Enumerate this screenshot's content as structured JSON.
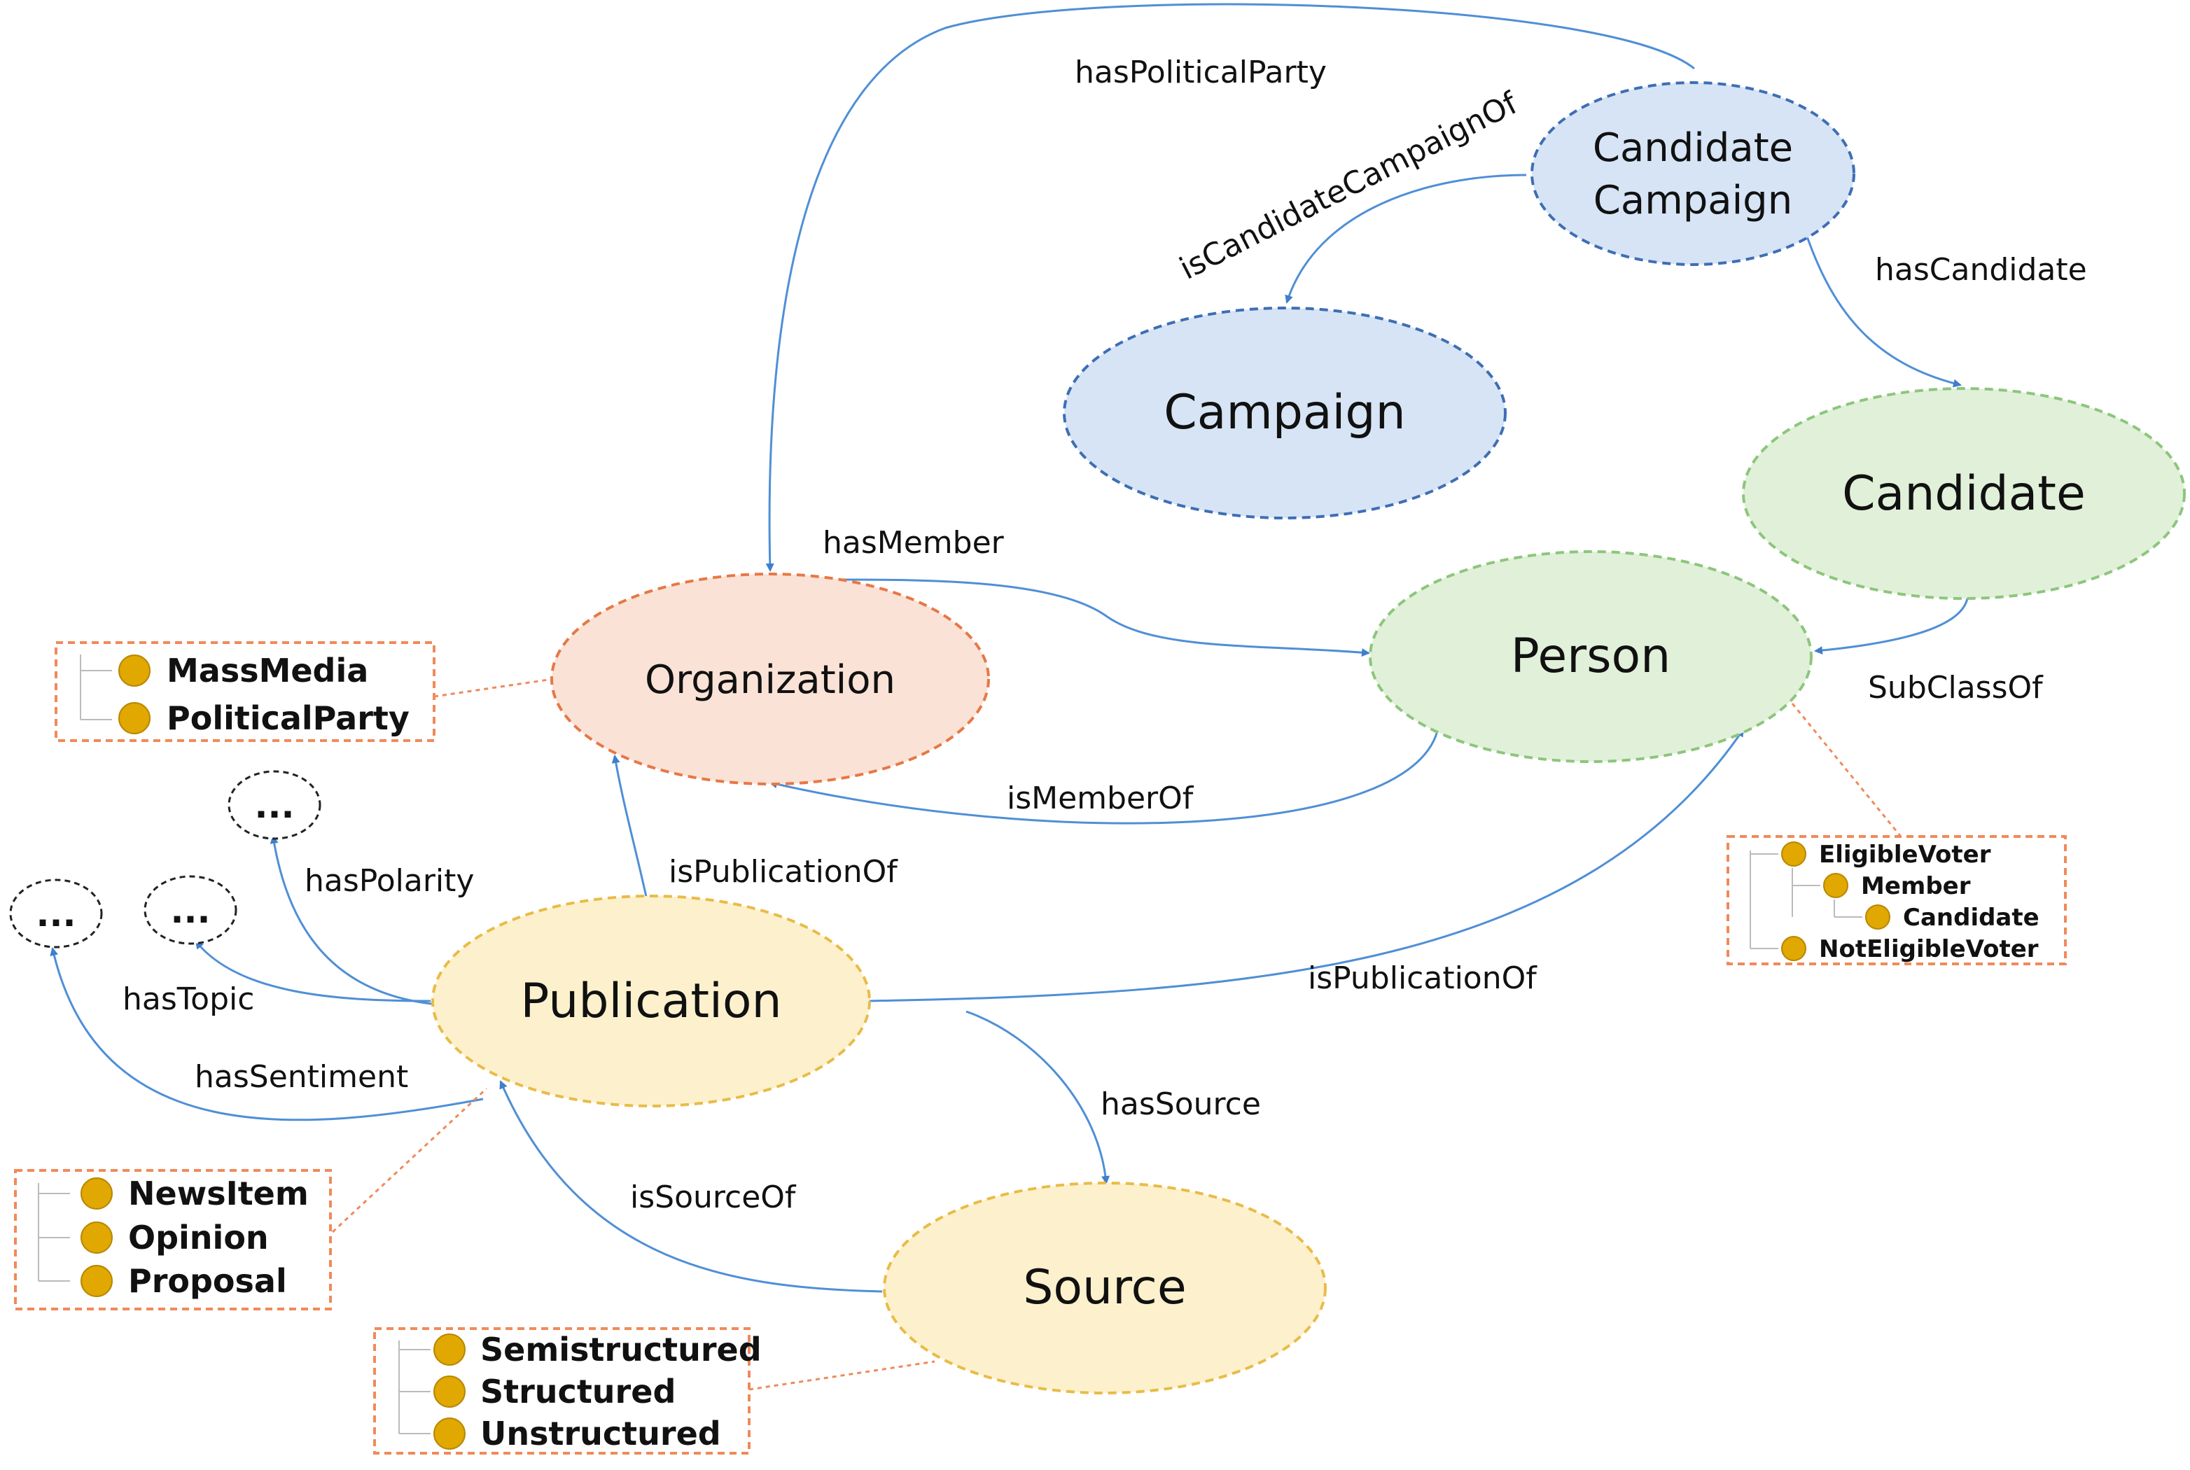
{
  "nodes": {
    "candidate_campaign": {
      "line1": "Candidate",
      "line2": "Campaign"
    },
    "campaign": "Campaign",
    "candidate": "Candidate",
    "person": "Person",
    "organization": "Organization",
    "publication": "Publication",
    "source": "Source",
    "ellipsis": "..."
  },
  "edges": {
    "has_political_party": "hasPoliticalParty",
    "is_candidate_campaign_of": "isCandidateCampaignOf",
    "has_candidate": "hasCandidate",
    "has_member": "hasMember",
    "sub_class_of": "SubClassOf",
    "is_member_of": "isMemberOf",
    "is_publication_of_org": "isPublicationOf",
    "is_publication_of_person": "isPublicationOf",
    "has_polarity": "hasPolarity",
    "has_topic": "hasTopic",
    "has_sentiment": "hasSentiment",
    "has_source": "hasSource",
    "is_source_of": "isSourceOf"
  },
  "subclass_boxes": {
    "organization": [
      "MassMedia",
      "PoliticalParty"
    ],
    "person": [
      "EligibleVoter",
      "Member",
      "Candidate",
      "NotEligibleVoter"
    ],
    "publication": [
      "NewsItem",
      "Opinion",
      "Proposal"
    ],
    "source": [
      "Semistructured",
      "Structured",
      "Unstructured"
    ]
  },
  "colors": {
    "edge": "#4f8fd6",
    "blue_fill": "#d6e4f5",
    "blue_stroke": "#3e6eb4",
    "green_fill": "#e1f0d9",
    "green_stroke": "#8cc67c",
    "orange_fill": "#fbe2d7",
    "orange_stroke": "#e77845",
    "yellow_fill": "#fdf1cd",
    "yellow_stroke": "#e8bc48",
    "box_border": "#f08a5a",
    "subclass_dot": "#e0a800"
  }
}
